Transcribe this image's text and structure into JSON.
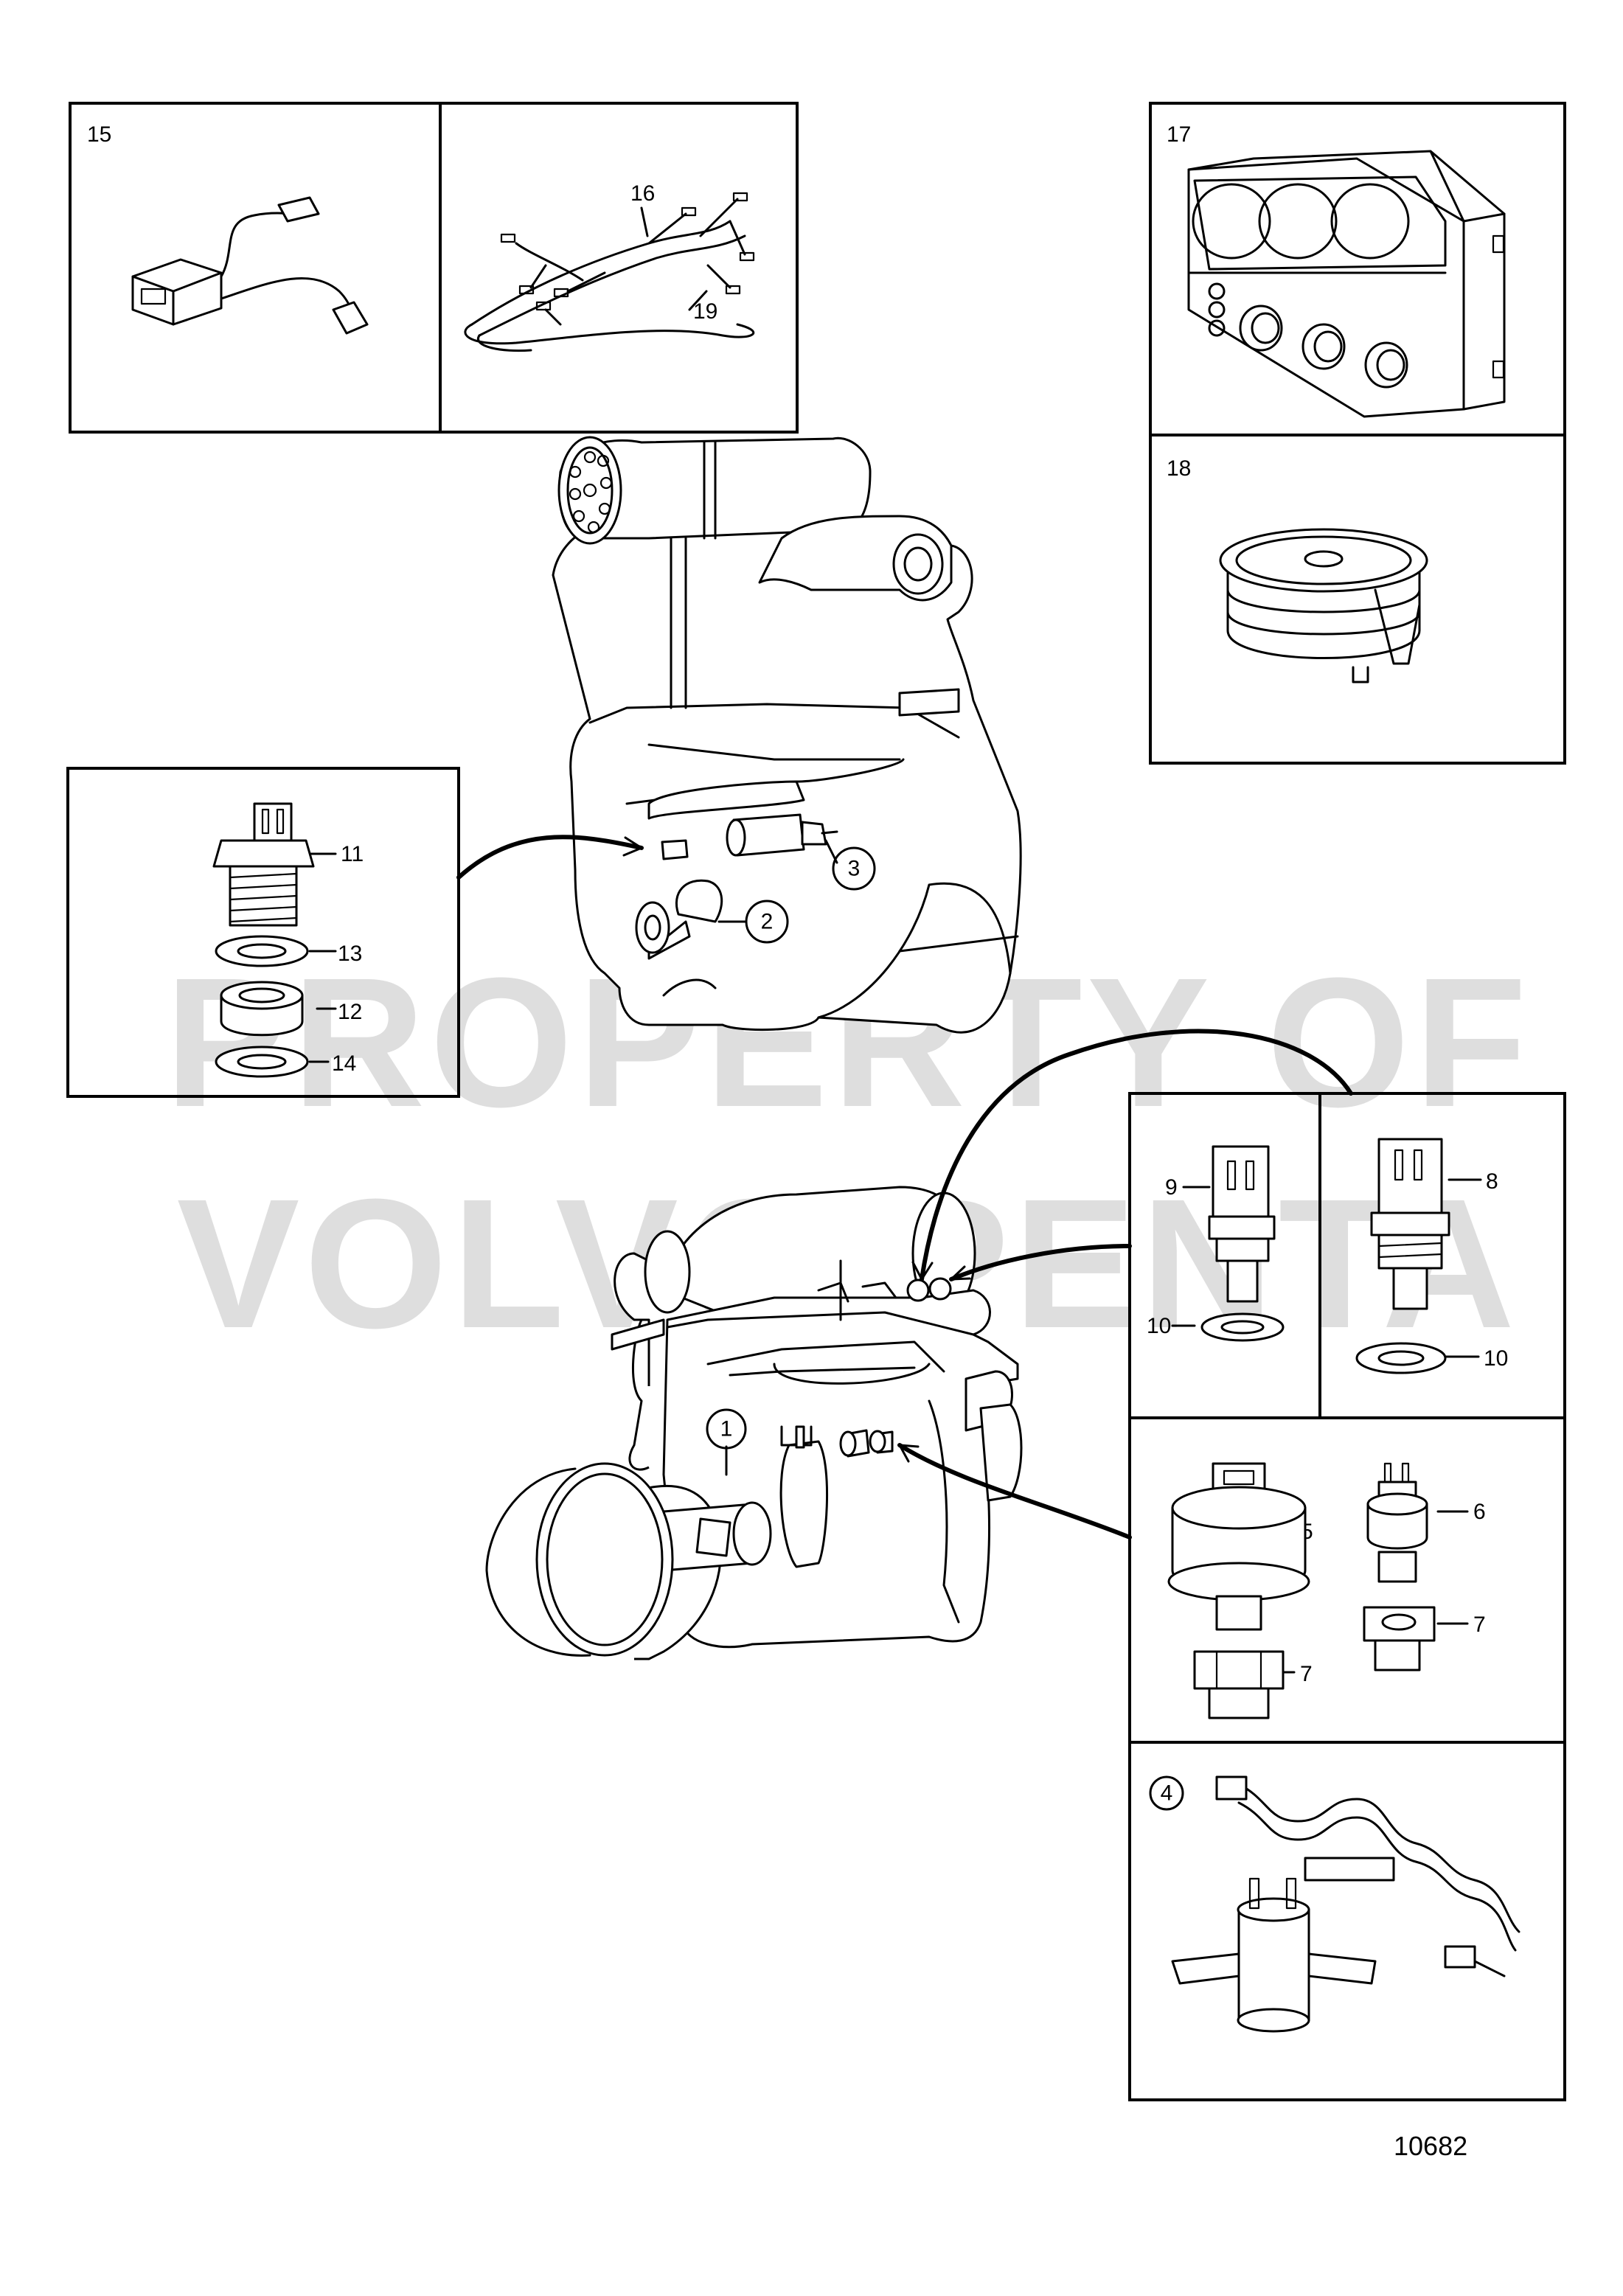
{
  "watermark": {
    "line1": "PROPERTY OF",
    "line2": "VOLVO PENTA"
  },
  "figure_ref": "10682",
  "callouts": {
    "c1": "1",
    "c2": "2",
    "c3": "3",
    "c4": "4",
    "c5": "5",
    "c6": "6",
    "c7a": "7",
    "c7b": "7",
    "c8": "8",
    "c9": "9",
    "c10a": "10",
    "c10b": "10",
    "c11": "11",
    "c12": "12",
    "c13": "13",
    "c14": "14",
    "c15": "15",
    "c16": "16",
    "c17": "17",
    "c18": "18",
    "c19": "19"
  }
}
